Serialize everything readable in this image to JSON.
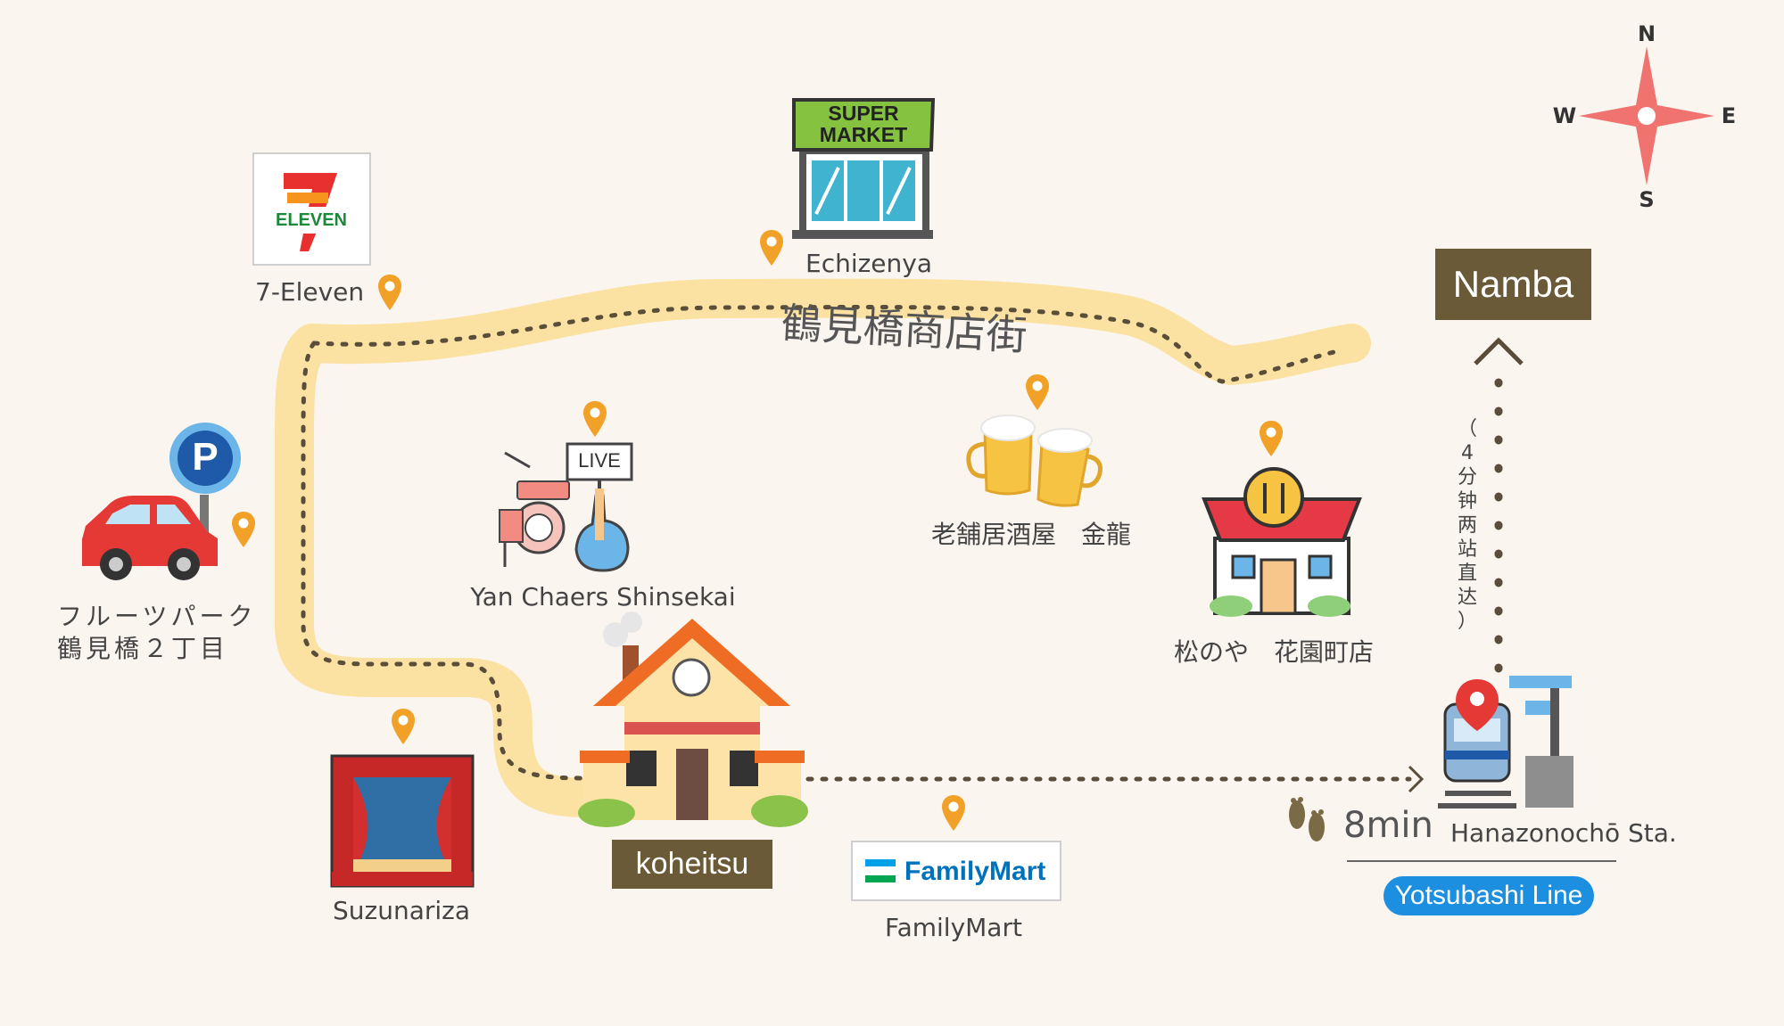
{
  "compass": {
    "n": "N",
    "s": "S",
    "e": "E",
    "w": "W"
  },
  "street_name": "鶴見橋商店街",
  "places": {
    "seven_eleven": {
      "label": "7-Eleven",
      "logo_text": "ELEVEN"
    },
    "supermarket": {
      "label": "Echizenya",
      "sign_line1": "SUPER",
      "sign_line2": "MARKET"
    },
    "parking": {
      "label_line1": "フルーツパーク",
      "label_line2": "鶴見橋２丁目",
      "sign": "P"
    },
    "live_house": {
      "label": "Yan Chaers Shinsekai",
      "sign": "LIVE"
    },
    "izakaya": {
      "label": "老舗居酒屋　金龍"
    },
    "restaurant": {
      "label": "松のや　花園町店"
    },
    "theater": {
      "label": "Suzunariza"
    },
    "home": {
      "label": "koheitsu"
    },
    "familymart": {
      "label": "FamilyMart",
      "logo_text": "FamilyMart"
    },
    "station": {
      "label": "Hanazonochō Sta.",
      "line": "Yotsubashi Line"
    }
  },
  "walk_time": "8min",
  "namba": {
    "label": "Namba",
    "note_chars": [
      "（",
      "4",
      "分",
      "钟",
      "两",
      "站",
      "直",
      "达",
      "）"
    ]
  },
  "colors": {
    "background": "#fbf5ef",
    "road": "#fbe2a3",
    "pin": "#f2a128",
    "dark_box": "#6b5a38",
    "line_pill": "#1d8fe0",
    "compass_red": "#f0736f",
    "compass_blue": "#7ec3ea"
  }
}
